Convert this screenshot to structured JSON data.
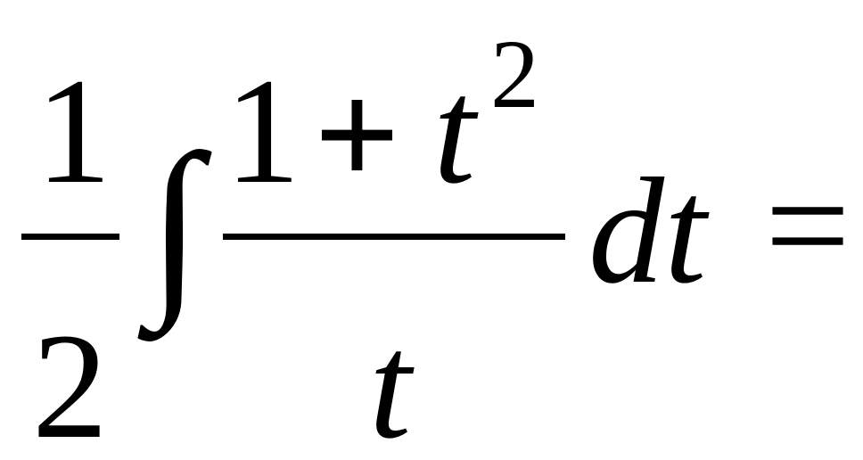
{
  "expression": {
    "coefficient": {
      "numerator": "1",
      "denominator": "2"
    },
    "integral_sign": "∫",
    "integrand": {
      "numerator": {
        "constant": "1",
        "operator": "+",
        "variable": "t",
        "exponent": "2"
      },
      "denominator": "t"
    },
    "differential": "dt",
    "equals": "="
  }
}
